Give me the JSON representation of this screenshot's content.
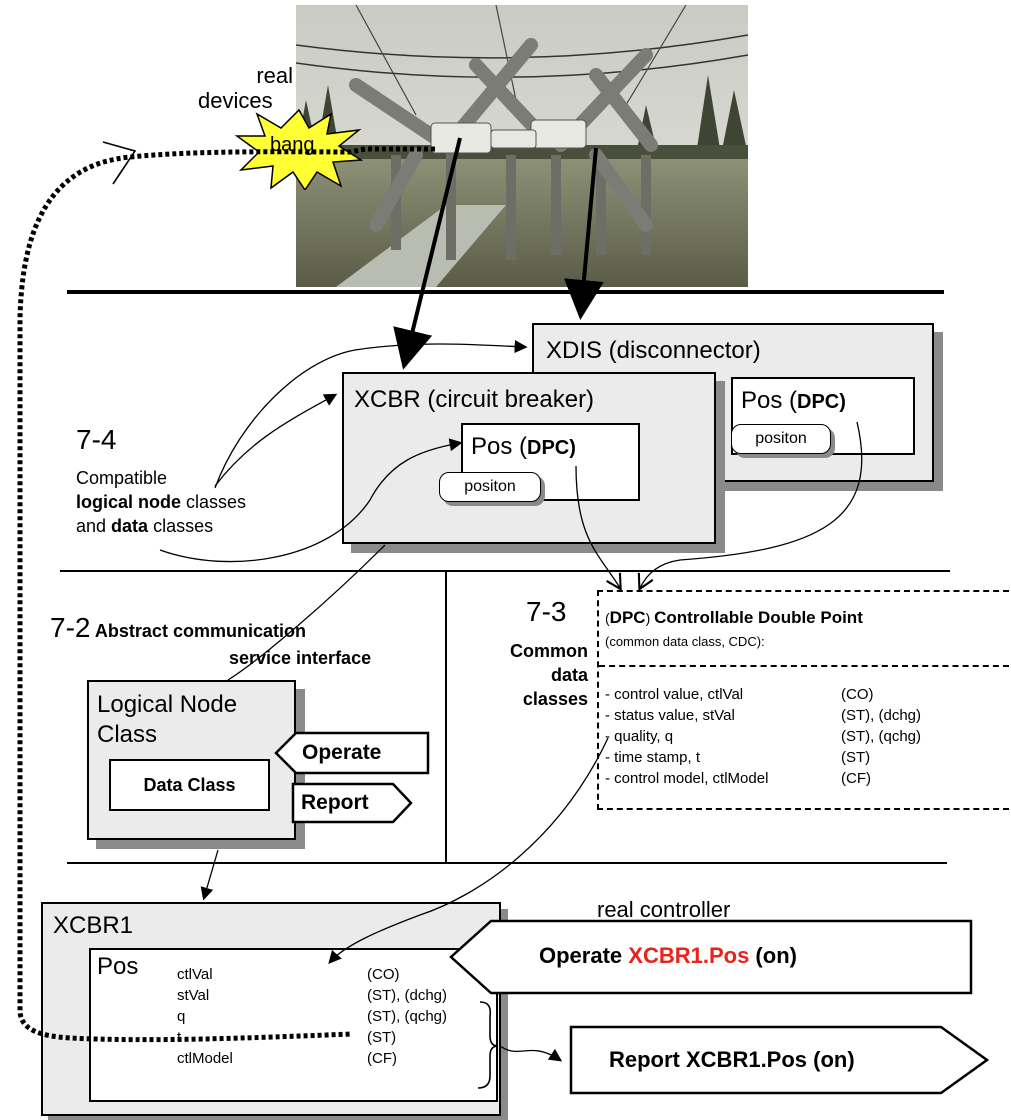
{
  "photo": {
    "alt": ""
  },
  "labels": {
    "real_devices_1": "real",
    "real_devices_2": "devices",
    "bang": "bang",
    "real_controller": "real controller"
  },
  "section_7_4": {
    "number": "7-4",
    "line1": "Compatible",
    "line2_bold": "logical node",
    "line2_rest": " classes",
    "line3_pre": "and ",
    "line3_bold": "data",
    "line3_rest": " classes"
  },
  "xdis": {
    "title": "XDIS (disconnector)",
    "pos": "Pos (",
    "pos_bold": "DPC",
    "pos_end": ")",
    "positon": "positon"
  },
  "xcbr": {
    "title": "XCBR (circuit breaker)",
    "pos": "Pos (",
    "pos_bold": "DPC",
    "pos_end": ")",
    "positon": "positon"
  },
  "section_7_2": {
    "number": "7-2",
    "line1": "Abstract communication",
    "line2": "service interface",
    "ln_line1": "Logical Node",
    "ln_line2": "Class",
    "data_class": "Data Class",
    "operate": "Operate",
    "report": "Report"
  },
  "section_7_3": {
    "number": "7-3",
    "line1": "Common",
    "line2": "data",
    "line3": "classes"
  },
  "cdc": {
    "header_open": "(",
    "header_dpc": "DPC",
    "header_close": ") ",
    "header_title": "Controllable Double Point",
    "subheader": "(common data class, CDC):",
    "rows": [
      {
        "name": "- control value, ctlVal",
        "type": "(CO)"
      },
      {
        "name": "- status value, stVal",
        "type": "(ST), (dchg)"
      },
      {
        "name": "- quality, q",
        "type": "(ST), (qchg)"
      },
      {
        "name": "- time stamp, t",
        "type": "(ST)"
      },
      {
        "name": "- control model, ctlModel",
        "type": "(CF)"
      }
    ]
  },
  "xcbr1": {
    "title": "XCBR1",
    "pos": "Pos",
    "rows": [
      {
        "name": "ctlVal",
        "type": "(CO)"
      },
      {
        "name": "stVal",
        "type": "(ST), (dchg)"
      },
      {
        "name": "q",
        "type": "(ST), (qchg)"
      },
      {
        "name": "t",
        "type": "(ST)"
      },
      {
        "name": "ctlModel",
        "type": "(CF)"
      }
    ]
  },
  "operate_cmd": {
    "prefix": "Operate ",
    "highlight": "XCBR1.Pos",
    "suffix": " (on)",
    "highlight_color": "#e8231c"
  },
  "report_cmd": {
    "text": "Report XCBR1.Pos (on)"
  }
}
